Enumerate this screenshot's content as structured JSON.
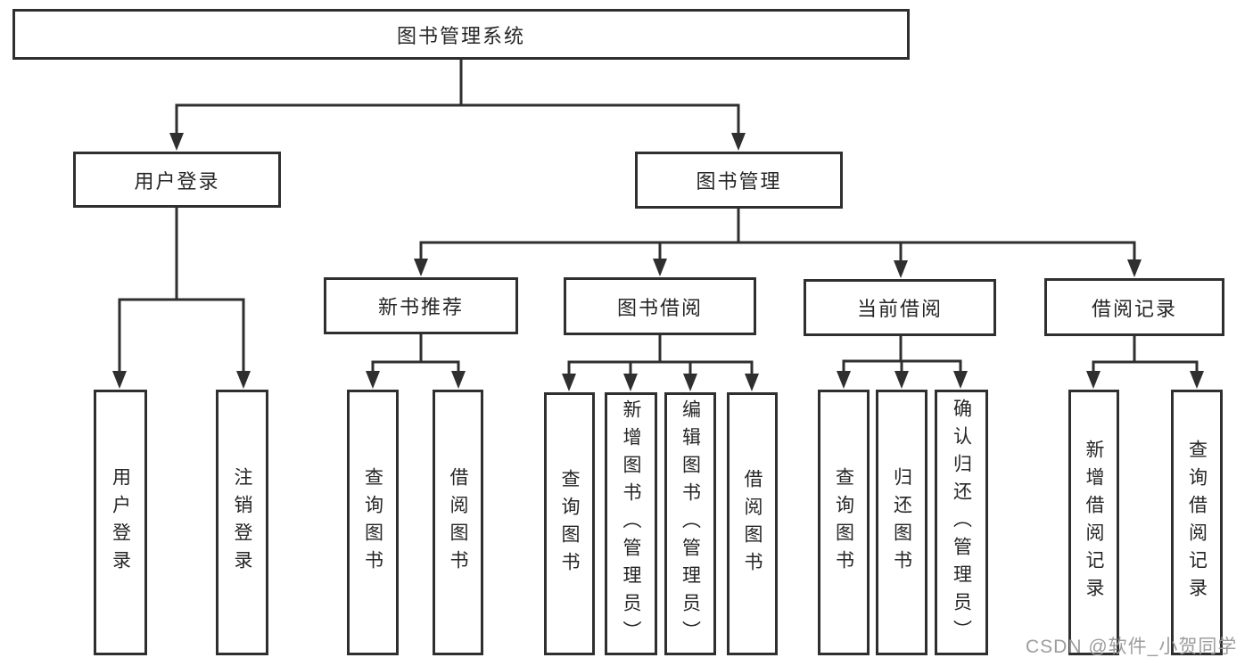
{
  "diagram_title": "图书管理系统",
  "tree": {
    "label": "图书管理系统",
    "children": [
      {
        "label": "用户登录",
        "children": [
          {
            "label": "用户登录"
          },
          {
            "label": "注销登录"
          }
        ]
      },
      {
        "label": "图书管理",
        "children": [
          {
            "label": "新书推荐",
            "children": [
              {
                "label": "查询图书"
              },
              {
                "label": "借阅图书"
              }
            ]
          },
          {
            "label": "图书借阅",
            "children": [
              {
                "label": "查询图书"
              },
              {
                "label": "新增图书（管理员）"
              },
              {
                "label": "编辑图书（管理员）"
              },
              {
                "label": "借阅图书"
              }
            ]
          },
          {
            "label": "当前借阅",
            "children": [
              {
                "label": "查询图书"
              },
              {
                "label": "归还图书"
              },
              {
                "label": "确认归还（管理员）"
              }
            ]
          },
          {
            "label": "借阅记录",
            "children": [
              {
                "label": "新增借阅记录"
              },
              {
                "label": "查询借阅记录"
              }
            ]
          }
        ]
      }
    ]
  },
  "watermark": {
    "text": "CSDN @软件_小贺同学"
  },
  "colors": {
    "line": "#2f2f2f",
    "box_border": "#2f2f2f",
    "text": "#262626",
    "background": "#ffffff",
    "watermark": "#9d9d9d"
  }
}
